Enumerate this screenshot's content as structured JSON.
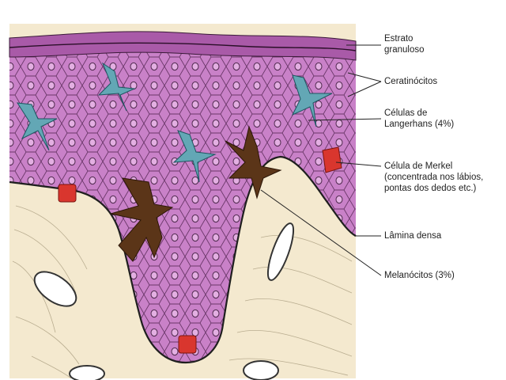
{
  "labels": {
    "estrato_granuloso": [
      "Estrato",
      "granuloso"
    ],
    "ceratinocitos": "Ceratinócitos",
    "langerhans": [
      "Células de",
      "Langerhans (4%)"
    ],
    "merkel": [
      "Célula de Merkel",
      "(concentrada nos lábios,",
      "pontas dos dedos etc.)"
    ],
    "lamina_densa": "Lâmina densa",
    "melanocitos": "Melanócitos (3%)"
  },
  "colors": {
    "epidermis": "#c981c8",
    "epidermis_dark": "#a95aa8",
    "dermis": "#f4e9cf",
    "langerhans": "#63a7b5",
    "melanocyte": "#5b3518",
    "merkel": "#d9362e",
    "line": "#222222"
  }
}
